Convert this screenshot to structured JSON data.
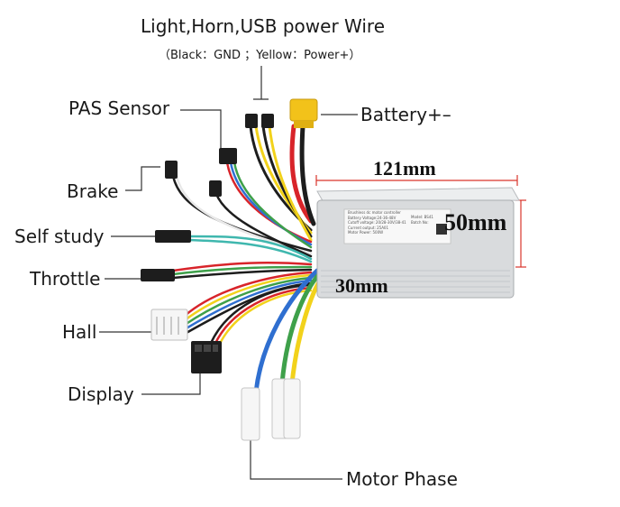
{
  "header": {
    "title": "Light,Horn,USB power Wire",
    "note": "（Black：GND ；Yellow：Power+）"
  },
  "labels": {
    "pas": "PAS Sensor",
    "battery": "Battery+–",
    "brake": "Brake",
    "self_study": "Self study",
    "throttle": "Throttle",
    "hall": "Hall",
    "display": "Display",
    "motor_phase": "Motor Phase"
  },
  "dimensions": {
    "length": "121mm",
    "height": "50mm",
    "width": "30mm"
  },
  "controller_label": {
    "line1": "Brushless dc motor controller",
    "line2": "Battery Voltage:24-36-48V",
    "line3": "Cutoff voltage: 20/28-30V/38-41",
    "line4": "Current output: 25A01",
    "line5": "Motor Power: 500W",
    "model": "Model:  BS41",
    "batch": "Batch No:"
  },
  "colors": {
    "text": "#1a1a1a",
    "dimension_line": "#d9342b",
    "wire_red": "#d8242a",
    "wire_yellow": "#f2d21b",
    "wire_blue": "#2f6fd0",
    "wire_green": "#3ea04a",
    "wire_black": "#1d1d1d",
    "wire_white": "#e8e8e8",
    "wire_teal": "#3fb7ae",
    "connector_xt60": "#f2c21a",
    "controller_body": "#d9dbdd"
  }
}
